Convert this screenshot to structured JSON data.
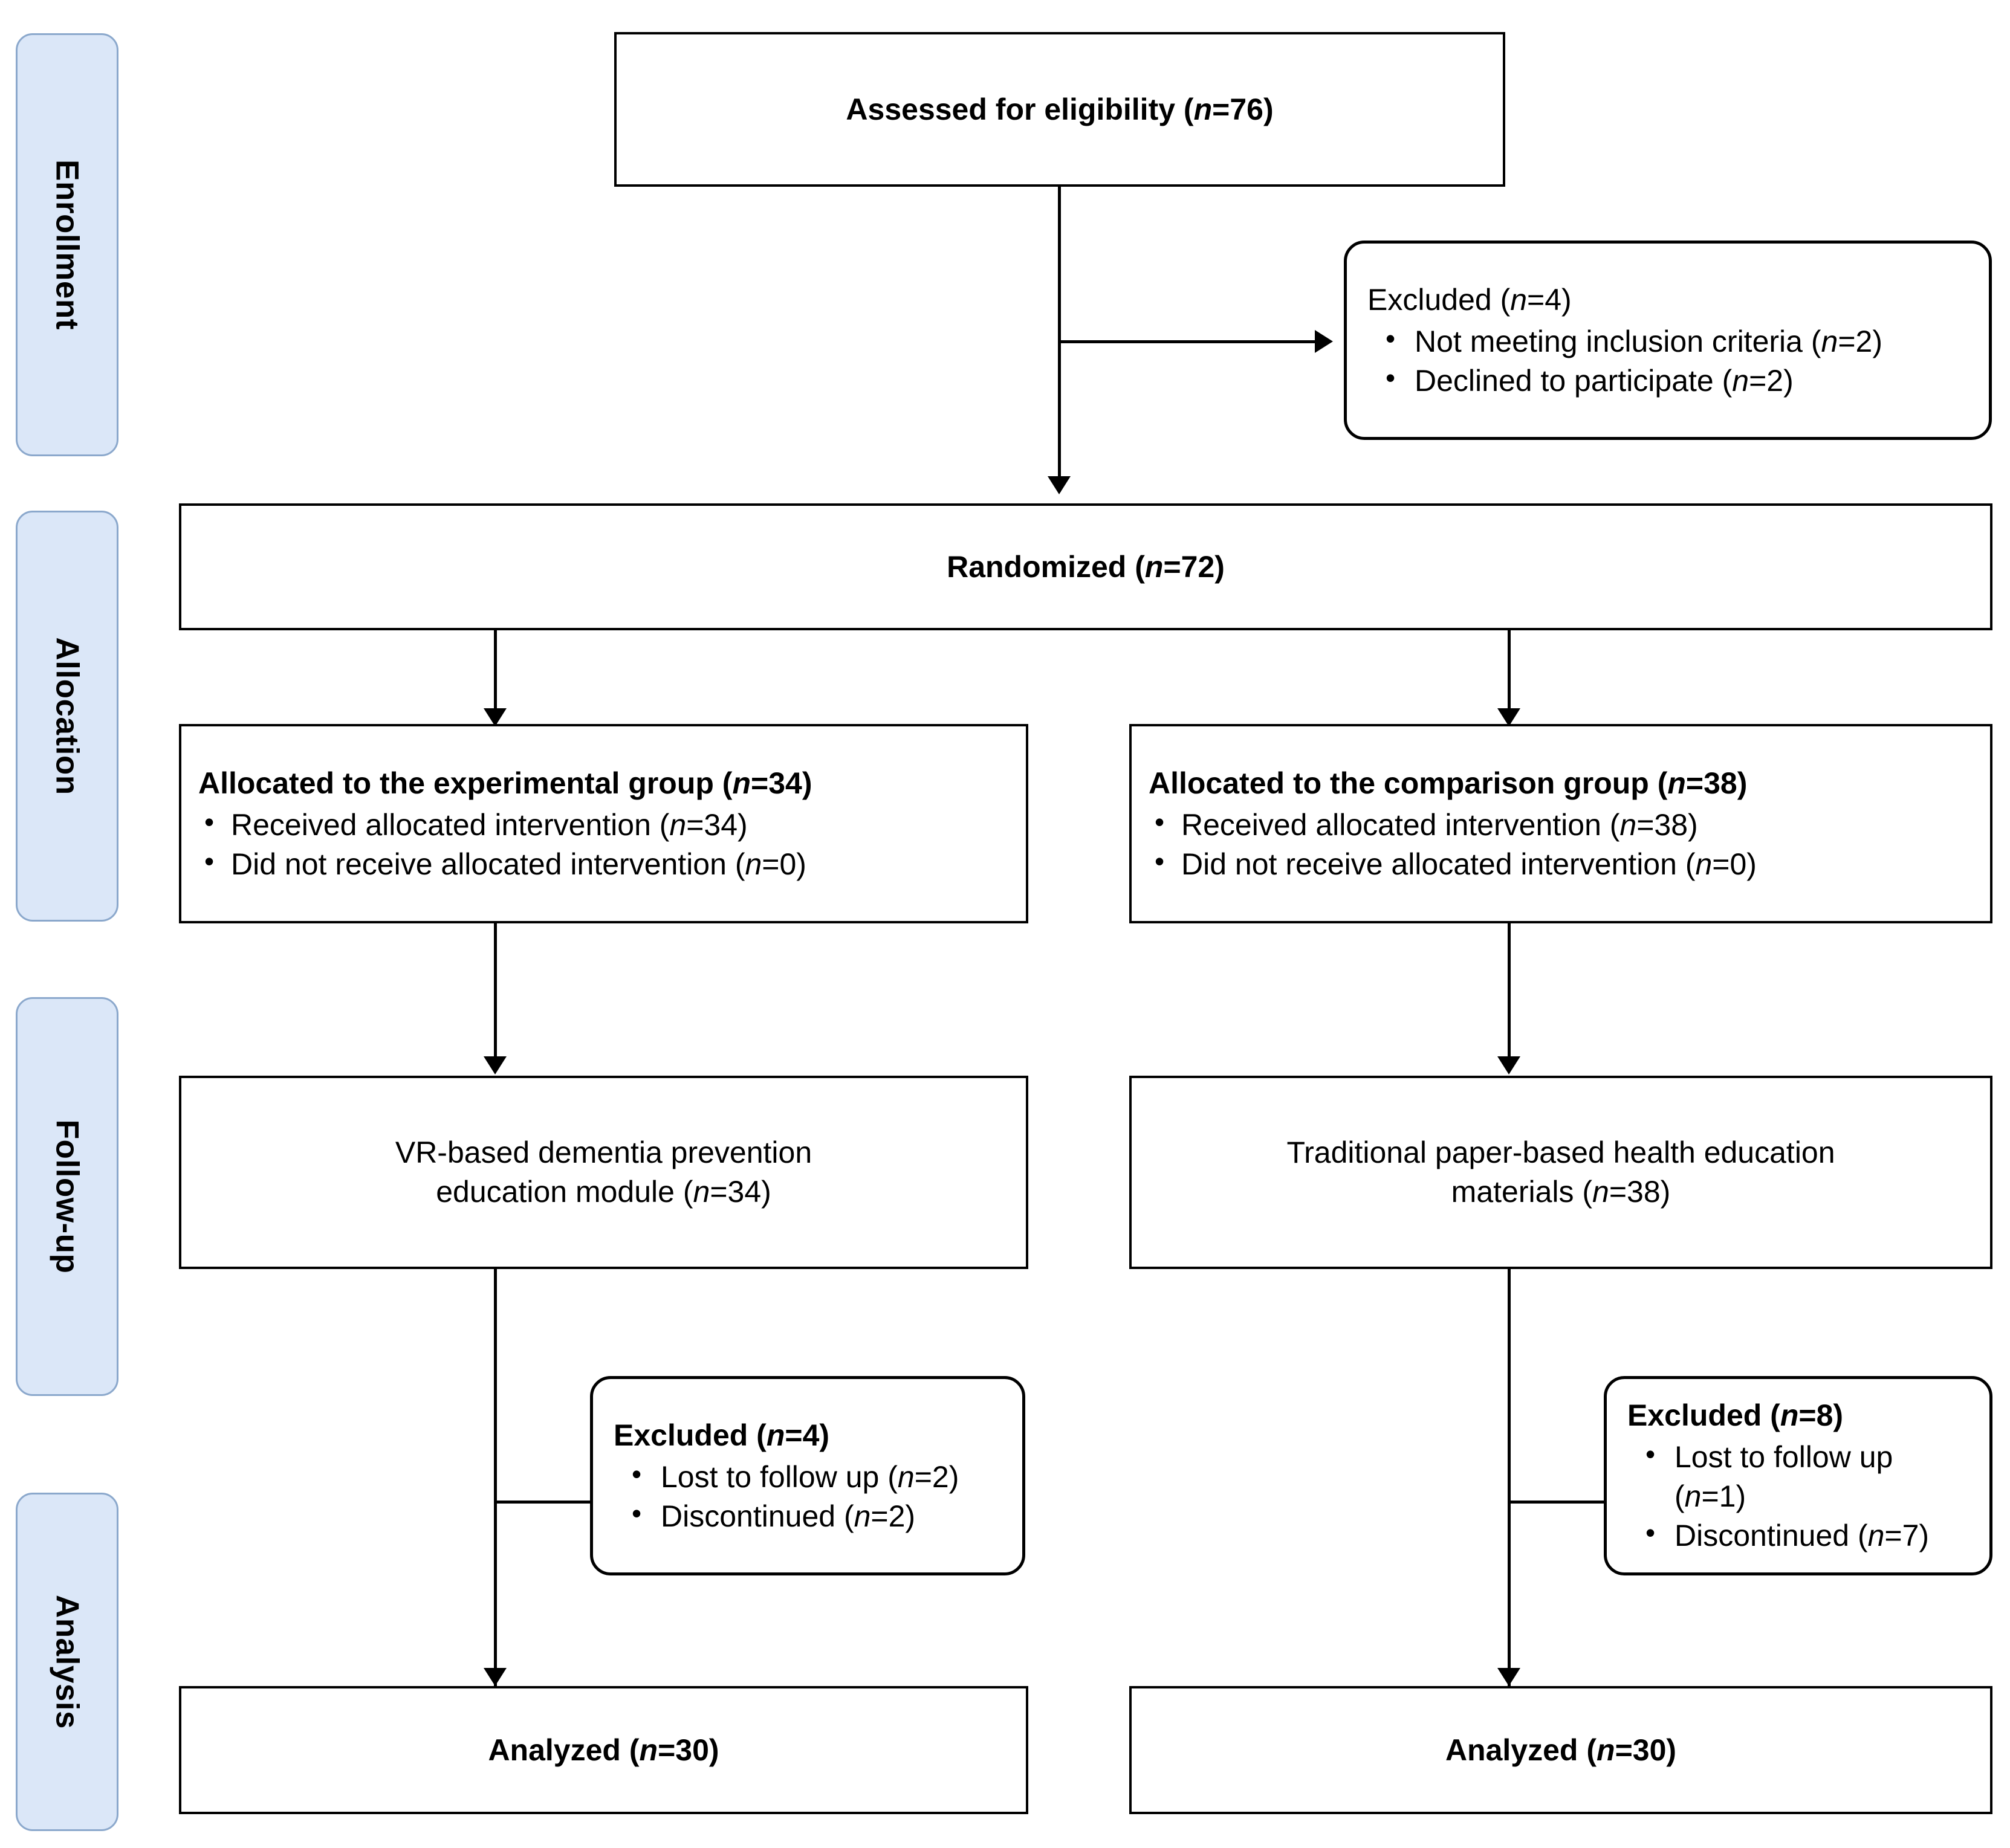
{
  "diagram": {
    "type": "CONSORT participant flow diagram",
    "phases": [
      {
        "id": "enrollment",
        "label": "Enrollment"
      },
      {
        "id": "allocation",
        "label": "Allocation"
      },
      {
        "id": "followup",
        "label": "Follow-up"
      },
      {
        "id": "analysis",
        "label": "Analysis"
      }
    ],
    "nodes": {
      "assessed": {
        "text_prefix": "Assessed for eligibility (",
        "n_symbol": "n",
        "text_suffix": "=76)"
      },
      "excluded_enrollment": {
        "header_prefix": "Excluded  (",
        "n_symbol": "n",
        "header_suffix": "=4)",
        "items": [
          {
            "prefix": "Not meeting inclusion criteria (",
            "n_symbol": "n",
            "suffix": "=2)"
          },
          {
            "prefix": "Declined to participate (",
            "n_symbol": "n",
            "suffix": "=2)"
          }
        ]
      },
      "randomized": {
        "text_prefix": "Randomized (",
        "n_symbol": "n",
        "text_suffix": "=72)"
      },
      "allocated_experimental": {
        "header_prefix": "Allocated to the experimental group (",
        "n_symbol": "n",
        "header_suffix": "=34)",
        "items": [
          {
            "prefix": "Received allocated intervention (",
            "n_symbol": "n",
            "suffix": "=34)"
          },
          {
            "prefix": "Did not receive allocated intervention (",
            "n_symbol": "n",
            "suffix": "=0)"
          }
        ]
      },
      "allocated_comparison": {
        "header_prefix": "Allocated to the comparison group (",
        "n_symbol": "n",
        "header_suffix": "=38)",
        "items": [
          {
            "prefix": "Received allocated intervention (",
            "n_symbol": "n",
            "suffix": "=38)"
          },
          {
            "prefix": "Did not receive allocated intervention (",
            "n_symbol": "n",
            "suffix": "=0)"
          }
        ]
      },
      "intervention_experimental": {
        "line1": "VR-based dementia prevention",
        "line2_prefix": "education module (",
        "n_symbol": "n",
        "line2_suffix": "=34)"
      },
      "intervention_comparison": {
        "line1": "Traditional paper-based health education",
        "line2_prefix": "materials (",
        "n_symbol": "n",
        "line2_suffix": "=38)"
      },
      "excluded_followup_left": {
        "header_prefix": "Excluded (",
        "n_symbol": "n",
        "header_suffix": "=4)",
        "items": [
          {
            "prefix": "Lost to follow up (",
            "n_symbol": "n",
            "suffix": "=2)"
          },
          {
            "prefix": "Discontinued (",
            "n_symbol": "n",
            "suffix": "=2)"
          }
        ]
      },
      "excluded_followup_right": {
        "header_prefix": "Excluded (",
        "n_symbol": "n",
        "header_suffix": "=8)",
        "items": [
          {
            "prefix": "Lost to follow up (",
            "n_symbol": "n",
            "suffix": "=1)"
          },
          {
            "prefix": "Discontinued (",
            "n_symbol": "n",
            "suffix": "=7)"
          }
        ]
      },
      "analyzed_left": {
        "text_prefix": "Analyzed (",
        "n_symbol": "n",
        "text_suffix": "=30)"
      },
      "analyzed_right": {
        "text_prefix": "Analyzed (",
        "n_symbol": "n",
        "text_suffix": "=30)"
      }
    },
    "colors": {
      "phase_fill": "#dbe7f8",
      "phase_border": "#8ba8cc",
      "node_border": "#000000",
      "node_fill": "#ffffff",
      "text": "#000000",
      "background": "#ffffff"
    },
    "counts": {
      "assessed": 76,
      "excluded_enrollment_total": 4,
      "excluded_not_meeting_criteria": 2,
      "excluded_declined": 2,
      "randomized": 72,
      "experimental_allocated": 34,
      "experimental_received": 34,
      "experimental_not_received": 0,
      "comparison_allocated": 38,
      "comparison_received": 38,
      "comparison_not_received": 0,
      "experimental_intervention_n": 34,
      "comparison_intervention_n": 38,
      "experimental_excluded_total": 4,
      "experimental_lost_to_followup": 2,
      "experimental_discontinued": 2,
      "comparison_excluded_total": 8,
      "comparison_lost_to_followup": 1,
      "comparison_discontinued": 7,
      "experimental_analyzed": 30,
      "comparison_analyzed": 30
    }
  }
}
